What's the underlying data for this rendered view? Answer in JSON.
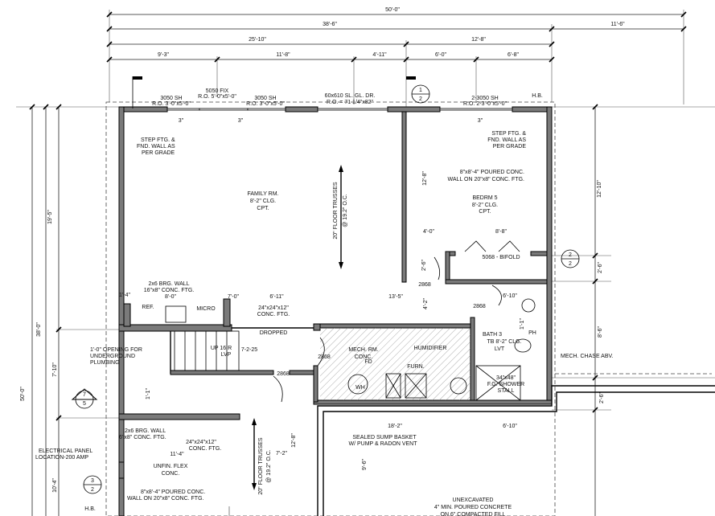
{
  "drawing": {
    "type": "basement floor plan",
    "labels": [
      "50'-0\"",
      "38'-6\"",
      "11'-6\"",
      "25'-10\"",
      "12'-8\"",
      "9'-3\"",
      "11'-8\"",
      "4'-11\"",
      "6'-0\"",
      "6'-8\"",
      "5050 FIX",
      "R.O. 5'-0\"x5'-0\"",
      "3050 SH",
      "R.O. 3'-0\"x5'-0\"",
      "3050 SH",
      "R.O. 3'-0\"x5'-0\"",
      "60x610 SL. GL. DR.",
      "R.O. = 71 1/4\"x82\"",
      "2-3050 SH",
      "R.O. 2-3'-0\"x5'-0\"",
      "H.B.",
      "3\"",
      "3\"",
      "3\"",
      "STEP FTG. &",
      "FND. WALL AS",
      "PER GRADE",
      "STEP FTG. &",
      "FND. WALL AS",
      "PER GRADE",
      "FAMILY RM.",
      "8'-2\" CLG.",
      "CPT.",
      "20\" FLOOR TRUSSES",
      "@ 19.2\" O.C.",
      "8\"x8'-4\" POURED CONC.",
      "WALL ON 20\"x8\" CONC. FTG.",
      "BEDRM 5",
      "8'-2\" CLG.",
      "CPT.",
      "12'-8\"",
      "4'-0\"",
      "8'-8\"",
      "5068 - BIFOLD",
      "2'-6\"",
      "2868",
      "2x6 BRG. WALL",
      "16\"x8\" CONC. FTG.",
      "8'-0\"",
      "1'-4\"",
      "7'-0\"",
      "6'-11\"",
      "13'-5\"",
      "4'-2\"",
      "2868",
      "6'-10\"",
      "REF.",
      "MICRO",
      "24\"x24\"x12\"",
      "CONC. FTG.",
      "DROPPED",
      "2868",
      "MECH. RM.",
      "CONC.",
      "HUMIDIFIER",
      "FD",
      "FURN.",
      "WH",
      "BATH 3",
      "PH",
      "TB 8'-2\" CLG.",
      "LVT",
      "34\"x48\"",
      "F.G. SHOWER",
      "STALL",
      "1'-1\"",
      "MECH. CHASE ABV.",
      "1'-0\" OPENING FOR",
      "UNDERGROUND",
      "PLUMBING",
      "UP 16 R",
      "LVP",
      "7-2-25",
      "2868",
      "1'-1\"",
      "7",
      "5",
      "2x6 BRG. WALL",
      "6\"x8\" CONC. FTG.",
      "24\"x24\"x12\"",
      "CONC. FTG.",
      "11'-4\"",
      "7'-2\"",
      "12'-8\"",
      "20\" FLOOR TRUSSES",
      "@ 19.2\" O.C.",
      "ELECTRICAL PANEL",
      "LOCATION-200 AMP",
      "UNFIN. FLEX",
      "CONC.",
      "3",
      "2",
      "8\"x8'-4\" POURED CONC.",
      "WALL ON 20\"x8\" CONC. FTG.",
      "H.B.",
      "18'-2\"",
      "6'-10\"",
      "SEALED SUMP BASKET",
      "W/ PUMP & RADON VENT",
      "9'-6\"",
      "UNEXCAVATED",
      "4\" MIN. POURED CONCRETE",
      "ON 6\" COMPACTED FILL",
      "50'-0\"",
      "38'-0\"",
      "19'-5\"",
      "7'-10\"",
      "10'-4\"",
      "12'-10\"",
      "2'-6\"",
      "8'-6\"",
      "2'-6\"",
      "1",
      "2",
      "2",
      "2"
    ]
  }
}
